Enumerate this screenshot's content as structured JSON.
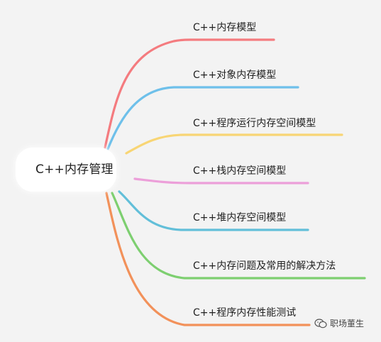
{
  "root": {
    "label": "C++内存管理"
  },
  "branches": [
    {
      "label": "C++内存模型",
      "color": "#f47b7f"
    },
    {
      "label": "C++对象内存模型",
      "color": "#6ec0ea"
    },
    {
      "label": "C++程序运行内存空间模型",
      "color": "#f8d574"
    },
    {
      "label": "C++栈内存空间模型",
      "color": "#ec9fd9"
    },
    {
      "label": "C++堆内存空间模型",
      "color": "#62bfd9"
    },
    {
      "label": "C++内存问题及常用的解决方法",
      "color": "#7dcf70"
    },
    {
      "label": "C++程序内存性能测试",
      "color": "#f2915a"
    }
  ],
  "watermark": {
    "text": "职场董生",
    "icon": "wechat-icon"
  }
}
